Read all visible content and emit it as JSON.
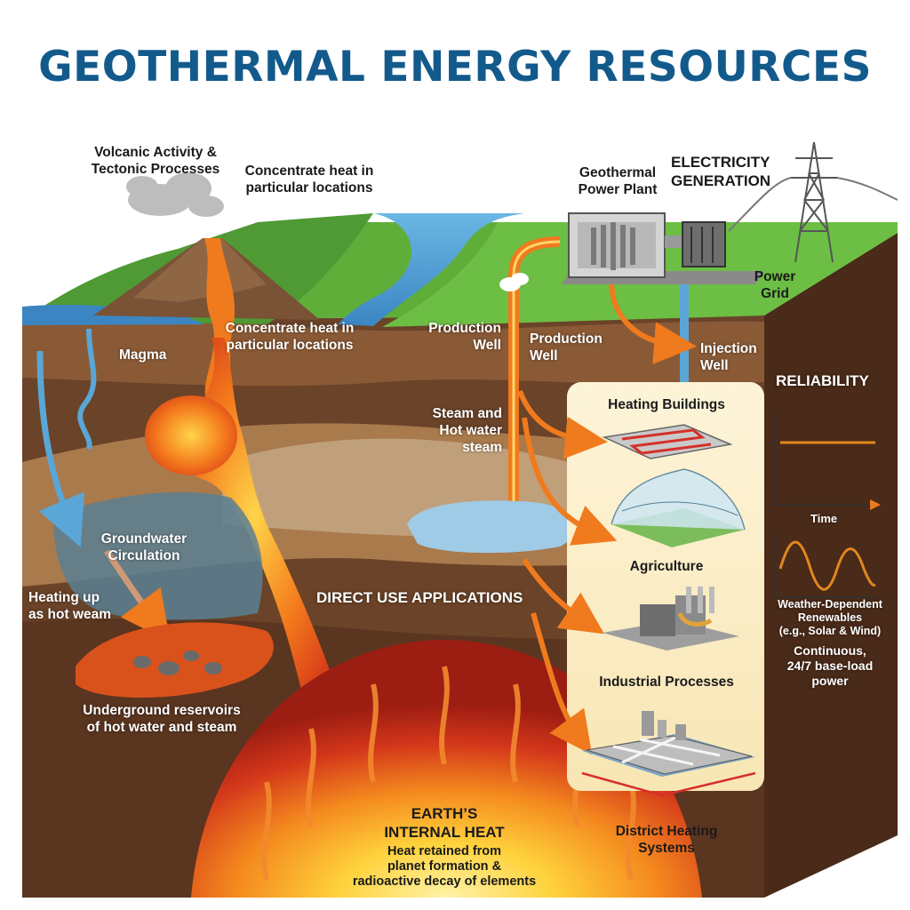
{
  "title": "GEOTHERMAL ENERGY RESOURCES",
  "labels": {
    "volcanic": "Volcanic Activity &\nTectonic Processes",
    "concentrate_top": "Concentrate heat in\nparticular locations",
    "concentrate_mid": "Concentrate heat in\nparticular locations",
    "magma": "Magma",
    "power_plant": "Geothermal\nPower Plant",
    "electricity": "ELECTRICITY\nGENERATION",
    "power_grid": "Power\nGrid",
    "production_well_1": "Production\nWell",
    "production_well_2": "Production\nWell",
    "injection_well": "Injection\nWell",
    "steam": "Steam and\nHot water\nsteam",
    "groundwater": "Groundwater\nCirculation",
    "heating_up": "Heating up\nas hot weam",
    "reservoirs": "Underground reservoirs\nof hot water and steam",
    "direct_use": "DIRECT USE APPLICATIONS",
    "earth_heat": "EARTH’S\nINTERNAL HEAT",
    "earth_heat_sub": "Heat retained from\nplanet formation &\nradioactive decay of elements"
  },
  "applications": [
    "Heating Buildings",
    "Agriculture",
    "Industrial Processes",
    "District Heating\nSystems"
  ],
  "reliability": {
    "title": "RELIABILITY",
    "x_label": "Time",
    "weather_label": "Weather-Dependent\nRenewables\n(e.g., Solar & Wind)",
    "continuous_label": "Continuous,\n24/7 base-load\npower"
  },
  "colors": {
    "title": "#135a8c",
    "soil_dark": "#4a2e1c",
    "magma": "#f07a1e",
    "water": "#5aa6d6",
    "grass": "#5fae3a",
    "panel": "#fdf1cf"
  }
}
